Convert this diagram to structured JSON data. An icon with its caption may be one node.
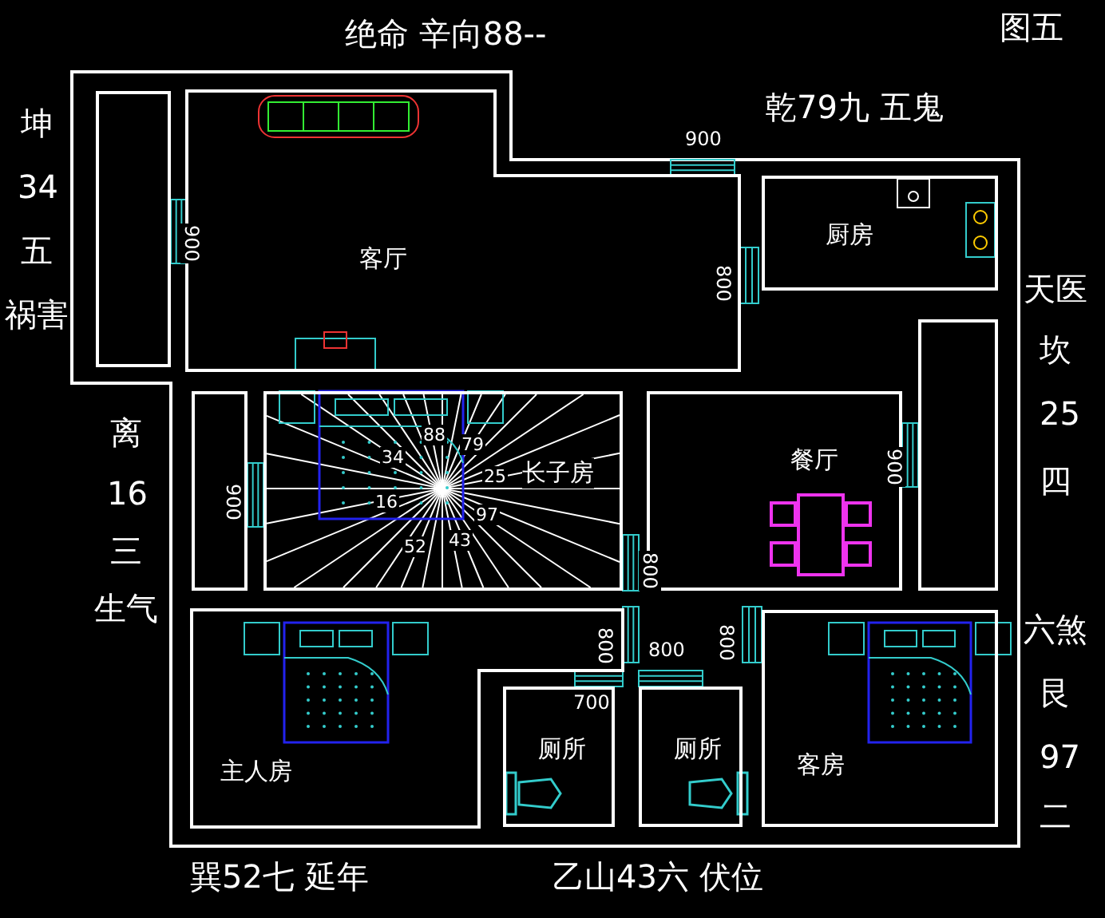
{
  "diagram": {
    "nodes": [
      {
        "text": [],
        "shape": "box"
      },
      {
        "text": [
          "客厅"
        ]
      },
      {
        "text": [
          "厨房"
        ]
      },
      {
        "text": [],
        "shape": "box"
      },
      {
        "text": [
          "长子房"
        ]
      },
      {
        "text": [
          "餐厅"
        ]
      },
      {
        "text": [],
        "shape": "box"
      },
      {
        "text": [
          "主人房"
        ]
      },
      {
        "text": [
          "厕所"
        ]
      },
      {
        "text": [
          "厕所"
        ]
      },
      {
        "text": [
          "客房"
        ]
      }
    ],
    "edges": [],
    "labels": [
      "绝命 辛向88--",
      "图五",
      "乾79九 五鬼",
      "900",
      "坤",
      "34",
      "五",
      "祸害",
      "900",
      "800",
      "天医",
      "坎",
      "88",
      "79",
      "34",
      "25",
      "25",
      "16",
      "97",
      "900",
      "900",
      "离",
      "16",
      "52",
      "43",
      "四",
      "三",
      "800",
      "六煞",
      "生气",
      "800",
      "800",
      "800",
      "艮",
      "700",
      "97",
      "二",
      "巽52七 延年",
      "乙山43六 伏位"
    ]
  }
}
